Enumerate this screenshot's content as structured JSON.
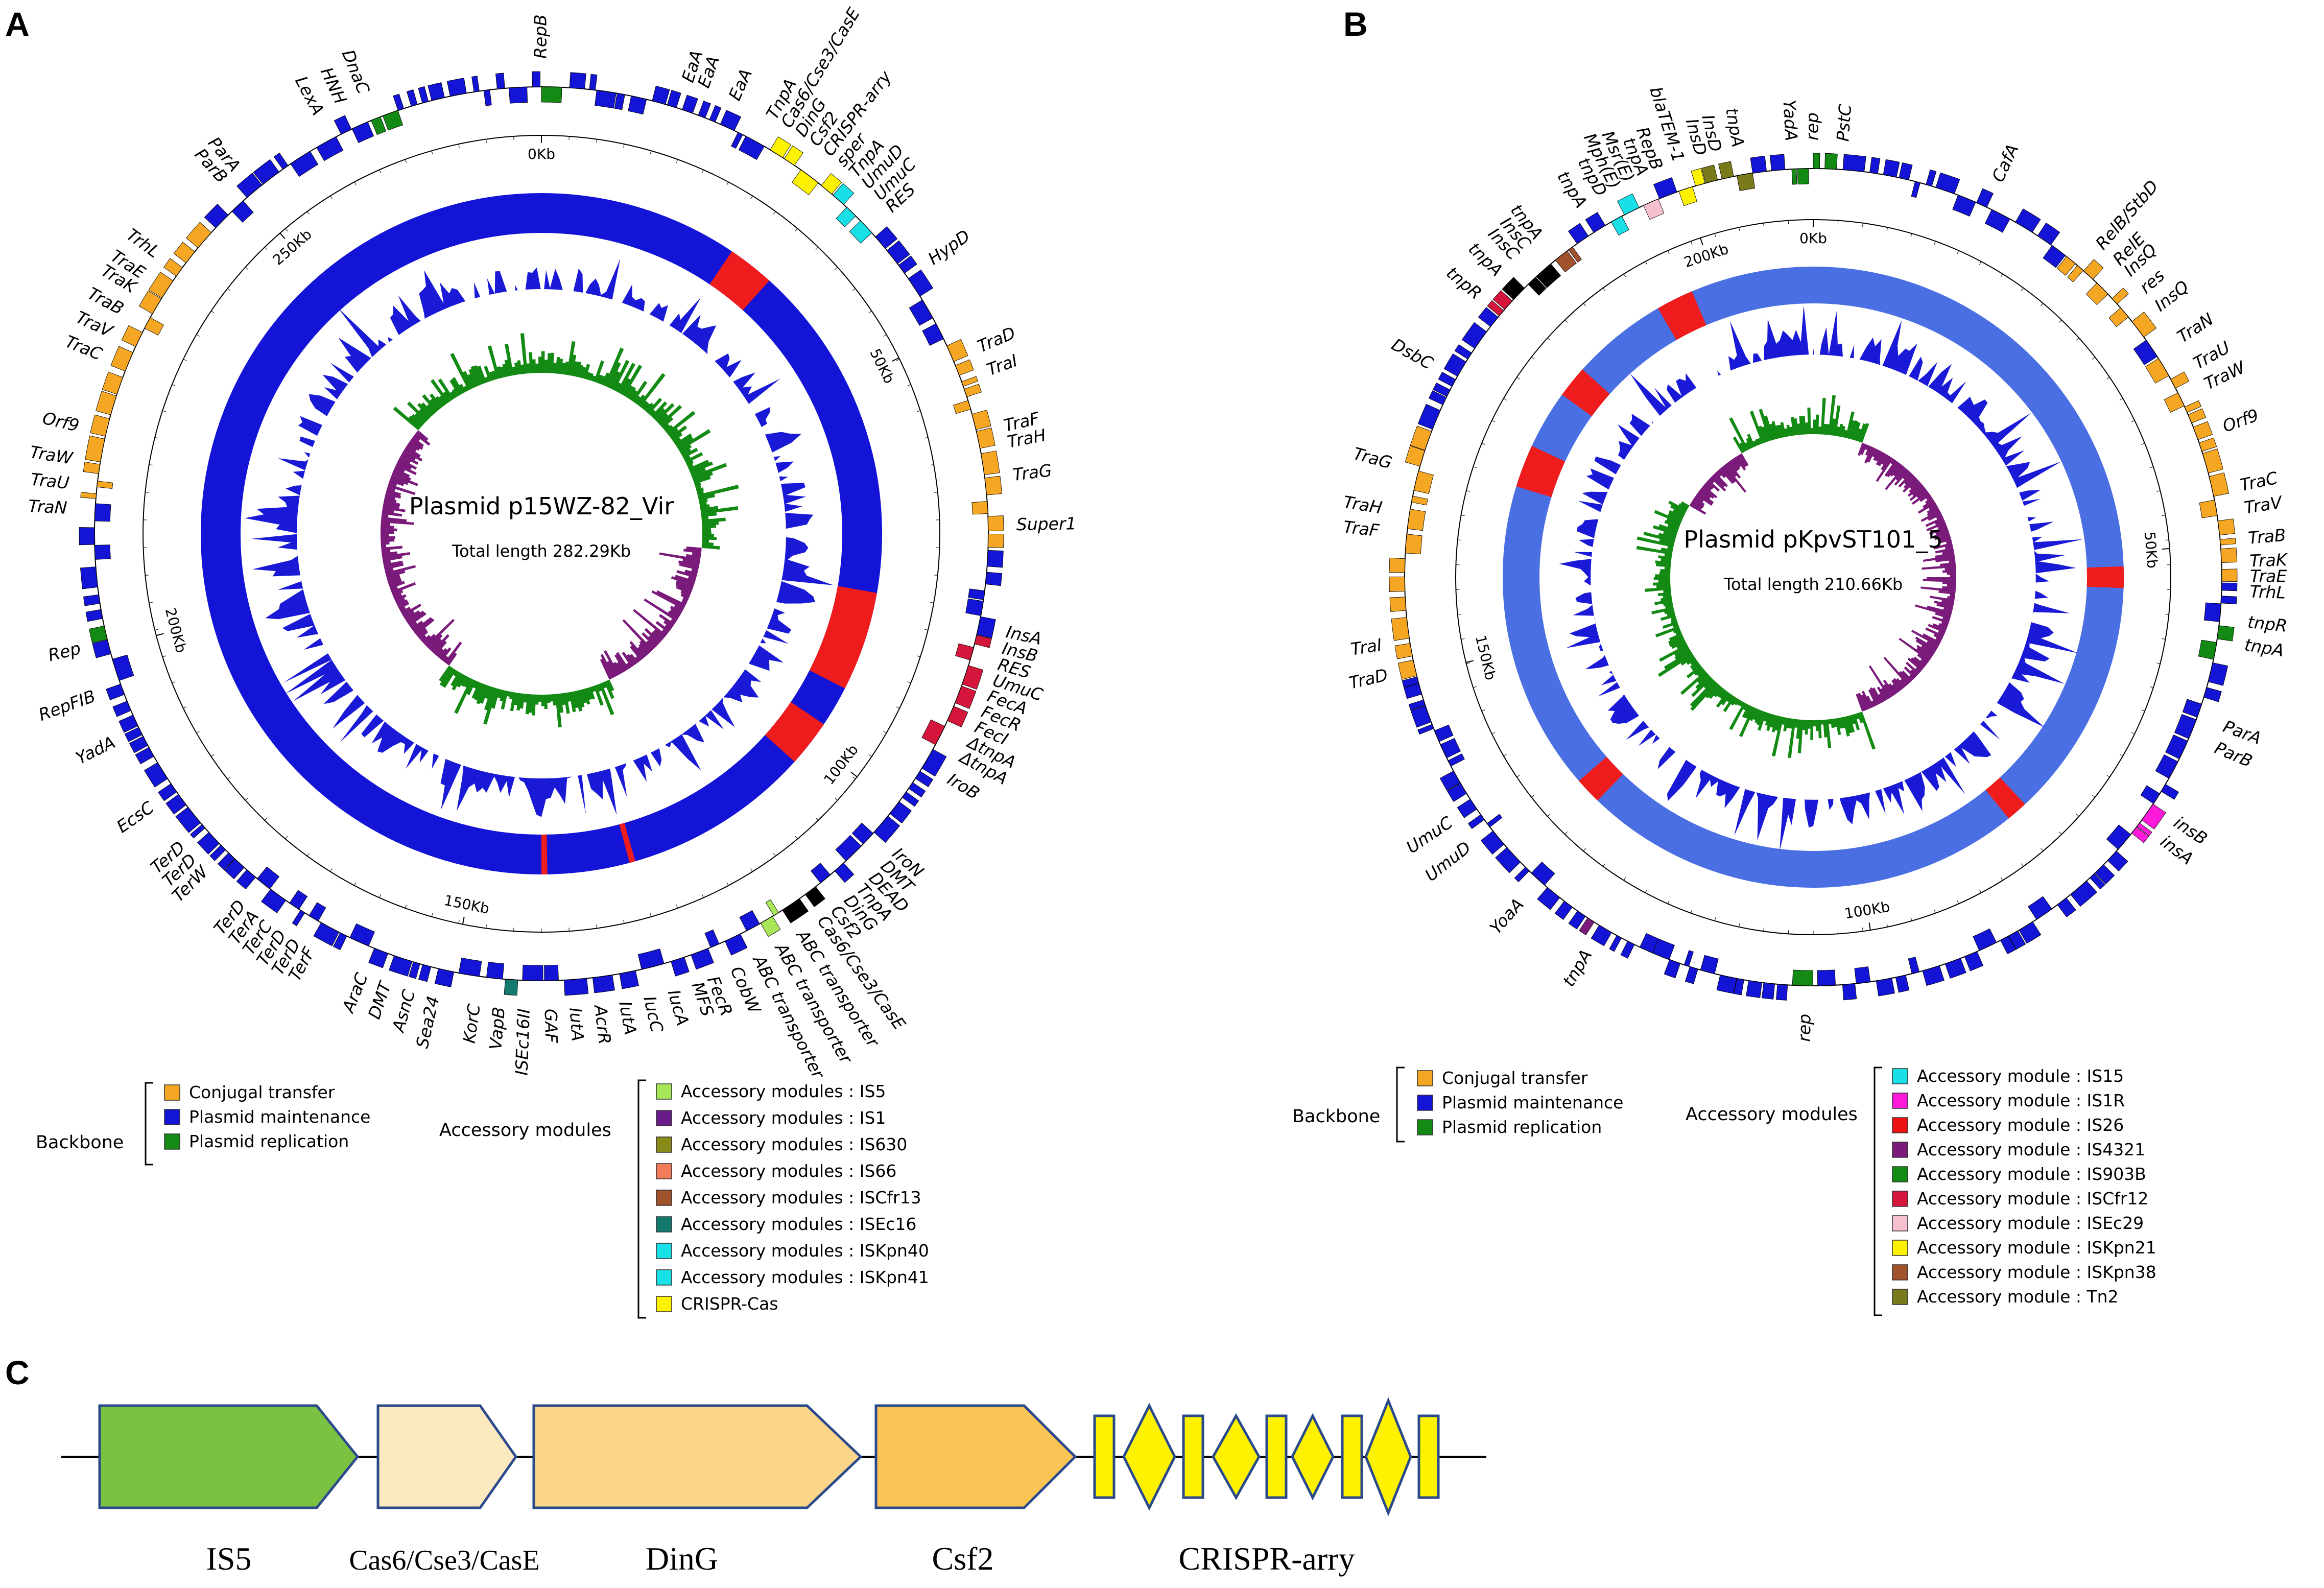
{
  "colors": {
    "backbone_blue": "#1414d6",
    "maintenance_blue_B": "#4a6fe3",
    "red": "#ee1c1c",
    "orange": "#f5a623",
    "green": "#138a13",
    "purple": "#7a1a7a",
    "gc_blue": "#1a1ad6",
    "is5_green": "#7cc242",
    "cas6": "#fde9c0",
    "ding": "#fbd68a",
    "csf2": "#f9c453",
    "crispr": "#fff200",
    "outline": "#2b4a8a"
  },
  "panelA": {
    "letter": "A",
    "title": "Plasmid p15WZ-82_Vir",
    "subtitle": "Total length 282.29Kb",
    "kb_ticks": [
      "0Kb",
      "50Kb",
      "100Kb",
      "150Kb",
      "200Kb",
      "250Kb"
    ],
    "genes": [
      {
        "t": "RepB",
        "a": 0
      },
      {
        "t": "EaA",
        "a": 18
      },
      {
        "t": "EaA",
        "a": 20
      },
      {
        "t": "EaA",
        "a": 24
      },
      {
        "t": "TnpA",
        "a": 29
      },
      {
        "t": "Cas6/Cse3/CasE",
        "a": 31
      },
      {
        "t": "DinG",
        "a": 33
      },
      {
        "t": "Csf2",
        "a": 35
      },
      {
        "t": "CRISPR-arry",
        "a": 37
      },
      {
        "t": "sper",
        "a": 39
      },
      {
        "t": "TnpA",
        "a": 41
      },
      {
        "t": "UmuD",
        "a": 43
      },
      {
        "t": "UmuC",
        "a": 45
      },
      {
        "t": "RES",
        "a": 47
      },
      {
        "t": "HypD",
        "a": 55
      },
      {
        "t": "TraD",
        "a": 67
      },
      {
        "t": "TraI",
        "a": 70
      },
      {
        "t": "TraF",
        "a": 77
      },
      {
        "t": "TraH",
        "a": 79
      },
      {
        "t": "TraG",
        "a": 83
      },
      {
        "t": "Super1",
        "a": 89
      },
      {
        "t": "InsA",
        "a": 102
      },
      {
        "t": "InsB",
        "a": 104
      },
      {
        "t": "RES",
        "a": 106
      },
      {
        "t": "UmuC",
        "a": 108
      },
      {
        "t": "FecA",
        "a": 110
      },
      {
        "t": "FecR",
        "a": 112
      },
      {
        "t": "FecI",
        "a": 114
      },
      {
        "t": "ΔtnpA",
        "a": 116
      },
      {
        "t": "ΔtnpA",
        "a": 118
      },
      {
        "t": "IroB",
        "a": 121
      },
      {
        "t": "IroN",
        "a": 132
      },
      {
        "t": "DMT",
        "a": 134
      },
      {
        "t": "DEAD",
        "a": 136
      },
      {
        "t": "TnpA",
        "a": 138
      },
      {
        "t": "DinG",
        "a": 140
      },
      {
        "t": "Csf2",
        "a": 142
      },
      {
        "t": "Cas6/Cse3/CasE",
        "a": 144
      },
      {
        "t": "ABC transporter",
        "a": 147
      },
      {
        "t": "ABC transporter",
        "a": 150
      },
      {
        "t": "ABC transporter",
        "a": 153
      },
      {
        "t": "CobW",
        "a": 156
      },
      {
        "t": "FecR",
        "a": 159
      },
      {
        "t": "MFS",
        "a": 161
      },
      {
        "t": "IucA",
        "a": 164
      },
      {
        "t": "IucC",
        "a": 167
      },
      {
        "t": "IutA",
        "a": 170
      },
      {
        "t": "AcrR",
        "a": 173
      },
      {
        "t": "IutA",
        "a": 176
      },
      {
        "t": "GAF",
        "a": 179
      },
      {
        "t": "ISEc16II",
        "a": 182
      },
      {
        "t": "VapB",
        "a": 185
      },
      {
        "t": "KorC",
        "a": 188
      },
      {
        "t": "Sea24",
        "a": 193
      },
      {
        "t": "AsnC",
        "a": 196
      },
      {
        "t": "DMT",
        "a": 199
      },
      {
        "t": "AraC",
        "a": 202
      },
      {
        "t": "TerF",
        "a": 209
      },
      {
        "t": "TerD",
        "a": 211
      },
      {
        "t": "TerD",
        "a": 213
      },
      {
        "t": "TerC",
        "a": 215
      },
      {
        "t": "TerA",
        "a": 217
      },
      {
        "t": "TerD",
        "a": 219
      },
      {
        "t": "TerW",
        "a": 225
      },
      {
        "t": "TerD",
        "a": 227
      },
      {
        "t": "TerD",
        "a": 229
      },
      {
        "t": "EcsC",
        "a": 235
      },
      {
        "t": "YadA",
        "a": 244
      },
      {
        "t": "RepFIB",
        "a": 250
      },
      {
        "t": "Rep",
        "a": 256
      },
      {
        "t": "TraN",
        "a": 273
      },
      {
        "t": "TraU",
        "a": 276
      },
      {
        "t": "TraW",
        "a": 279
      },
      {
        "t": "Orf9",
        "a": 283
      },
      {
        "t": "TraC",
        "a": 292
      },
      {
        "t": "TraV",
        "a": 295
      },
      {
        "t": "TraB",
        "a": 298
      },
      {
        "t": "TraK",
        "a": 301
      },
      {
        "t": "TraE",
        "a": 303
      },
      {
        "t": "TrhL",
        "a": 306
      },
      {
        "t": "ParB",
        "a": 318
      },
      {
        "t": "ParA",
        "a": 320
      },
      {
        "t": "LexA",
        "a": 332
      },
      {
        "t": "HNH",
        "a": 335
      },
      {
        "t": "DnaC",
        "a": 338
      }
    ],
    "legend_backbone_title": "Backbone",
    "legend_backbone": [
      {
        "label": "Conjugal transfer",
        "color": "#f5a623"
      },
      {
        "label": "Plasmid maintenance",
        "color": "#1414d6"
      },
      {
        "label": "Plasmid replication",
        "color": "#138a13"
      }
    ],
    "legend_accessory_title": "Accessory modules",
    "legend_accessory": [
      {
        "label": "Accessory modules :  IS5",
        "color": "#a8e65a"
      },
      {
        "label": "Accessory modules : IS1",
        "color": "#6a1b8a"
      },
      {
        "label": "Accessory modules : IS630",
        "color": "#8a8a1a"
      },
      {
        "label": "Accessory modules : IS66",
        "color": "#f47c5c"
      },
      {
        "label": "Accessory modules : ISCfr13",
        "color": "#a0522d"
      },
      {
        "label": "Accessory modules : ISEc16",
        "color": "#157a6e"
      },
      {
        "label": "Accessory modules : ISKpn40",
        "color": "#18e0e6"
      },
      {
        "label": "Accessory modules : ISKpn41",
        "color": "#18e0e6"
      },
      {
        "label": "CRISPR-Cas",
        "color": "#fff200"
      }
    ]
  },
  "panelB": {
    "letter": "B",
    "title": "Plasmid pKpvST101_5",
    "subtitle": "Total length 210.66Kb",
    "kb_ticks": [
      "0Kb",
      "50Kb",
      "100Kb",
      "150Kb",
      "200Kb"
    ],
    "genes": [
      {
        "t": "YadA",
        "a": 357
      },
      {
        "t": "rep",
        "a": 0
      },
      {
        "t": "PstC",
        "a": 4
      },
      {
        "t": "CafA",
        "a": 25
      },
      {
        "t": "RelB/StbD",
        "a": 41
      },
      {
        "t": "RelE",
        "a": 44
      },
      {
        "t": "InsQ",
        "a": 46
      },
      {
        "t": "res",
        "a": 49
      },
      {
        "t": "InsQ",
        "a": 52
      },
      {
        "t": "TraN",
        "a": 57
      },
      {
        "t": "TraU",
        "a": 61
      },
      {
        "t": "TraW",
        "a": 64
      },
      {
        "t": "Orf9",
        "a": 70
      },
      {
        "t": "TraC",
        "a": 78
      },
      {
        "t": "TraV",
        "a": 81
      },
      {
        "t": "TraB",
        "a": 85
      },
      {
        "t": "TraK",
        "a": 88
      },
      {
        "t": "TraE",
        "a": 90
      },
      {
        "t": "TrhL",
        "a": 92
      },
      {
        "t": "tnpR",
        "a": 96
      },
      {
        "t": "tnpA",
        "a": 99
      },
      {
        "t": "ParA",
        "a": 110
      },
      {
        "t": "ParB",
        "a": 113
      },
      {
        "t": "insB",
        "a": 124
      },
      {
        "t": "insA",
        "a": 127
      },
      {
        "t": "rep",
        "a": 181
      },
      {
        "t": "tnpA",
        "a": 211
      },
      {
        "t": "YoaA",
        "a": 222
      },
      {
        "t": "UmuD",
        "a": 232
      },
      {
        "t": "UmuC",
        "a": 236
      },
      {
        "t": "TraD",
        "a": 257
      },
      {
        "t": "TraI",
        "a": 261
      },
      {
        "t": "TraF",
        "a": 276
      },
      {
        "t": "TraH",
        "a": 279
      },
      {
        "t": "TraG",
        "a": 285
      },
      {
        "t": "DsbC",
        "a": 299
      },
      {
        "t": "tnpR",
        "a": 310
      },
      {
        "t": "tnpA",
        "a": 314
      },
      {
        "t": "InsC",
        "a": 317
      },
      {
        "t": "InsC",
        "a": 319
      },
      {
        "t": "tnpA",
        "a": 321
      },
      {
        "t": "tnpA",
        "a": 328
      },
      {
        "t": "tnpD",
        "a": 331
      },
      {
        "t": "Mph(E)",
        "a": 333
      },
      {
        "t": "Msr(E)",
        "a": 335
      },
      {
        "t": "tnpA",
        "a": 337
      },
      {
        "t": "RepB",
        "a": 339
      },
      {
        "t": "blaTEM-1",
        "a": 342
      },
      {
        "t": "InsD",
        "a": 345
      },
      {
        "t": "InsD",
        "a": 347
      },
      {
        "t": "tnpA",
        "a": 350
      }
    ],
    "legend_backbone_title": "Backbone",
    "legend_backbone": [
      {
        "label": "Conjugal transfer",
        "color": "#f5a623"
      },
      {
        "label": "Plasmid maintenance",
        "color": "#1414d6"
      },
      {
        "label": "Plasmid replication",
        "color": "#138a13"
      }
    ],
    "legend_accessory_title": "Accessory modules",
    "legend_accessory": [
      {
        "label": "Accessory module : IS15",
        "color": "#18e0e6"
      },
      {
        "label": "Accessory module : IS1R",
        "color": "#ff1ad9"
      },
      {
        "label": "Accessory module : IS26",
        "color": "#ee1111"
      },
      {
        "label": "Accessory module : IS4321",
        "color": "#7a1a7a"
      },
      {
        "label": "Accessory module : IS903B",
        "color": "#138a13"
      },
      {
        "label": "Accessory module : ISCfr12",
        "color": "#d4163c"
      },
      {
        "label": "Accessory module : ISEc29",
        "color": "#f7c0cf"
      },
      {
        "label": "Accessory module : ISKpn21",
        "color": "#fff200"
      },
      {
        "label": "Accessory module : ISKpn38",
        "color": "#a0522d"
      },
      {
        "label": "Accessory module : Tn2",
        "color": "#7a7a1a"
      }
    ]
  },
  "panelC": {
    "letter": "C",
    "labels": [
      "IS5",
      "Cas6/Cse3/CasE",
      "DinG",
      "Csf2",
      "CRISPR-arry"
    ]
  }
}
